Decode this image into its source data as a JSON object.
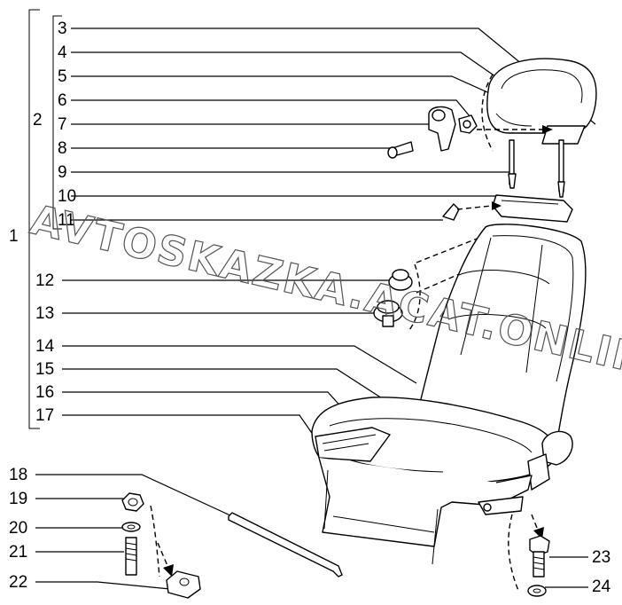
{
  "watermark": "AVTOSKAZKA.ACAT.ONLINE",
  "group_labels": {
    "outer": "1",
    "inner": "2"
  },
  "callouts": [
    "3",
    "4",
    "5",
    "6",
    "7",
    "8",
    "9",
    "10",
    "11",
    "12",
    "13",
    "14",
    "15",
    "16",
    "17",
    "18",
    "19",
    "20",
    "21",
    "22",
    "23",
    "24"
  ]
}
